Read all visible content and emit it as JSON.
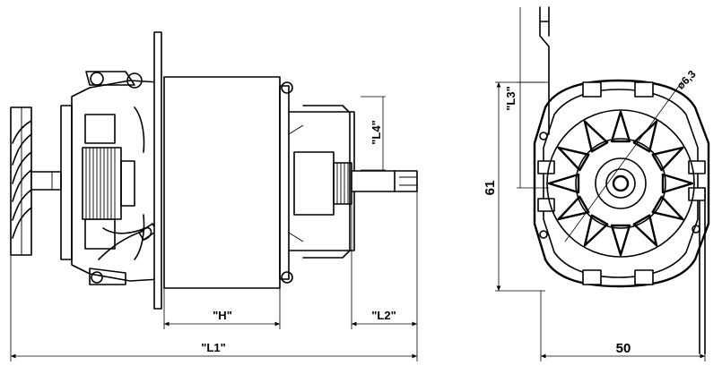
{
  "dimensions": {
    "h": "\"H\"",
    "l1": "\"L1\"",
    "l2": "\"L2\"",
    "l3": "\"L3\"",
    "l4": "\"L4\"",
    "height": "61",
    "width": "50",
    "hole": "ø6,3"
  }
}
